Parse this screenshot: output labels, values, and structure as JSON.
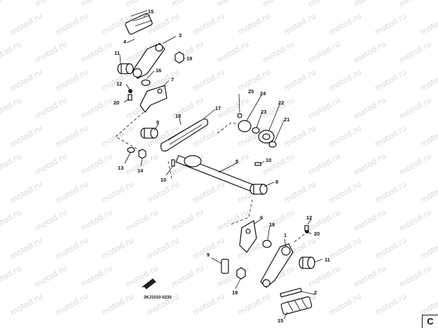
{
  "watermark": "motod.ru",
  "reference_code": "3KJ1010-0230",
  "corner_label": "C",
  "callouts": {
    "c1": "1",
    "c2": "2",
    "c3": "3",
    "c4": "4",
    "c5": "5",
    "c6": "6",
    "c7": "7",
    "c8a": "8",
    "c8b": "8",
    "c9": "9",
    "c10a": "10",
    "c10b": "10",
    "c11a": "11",
    "c11b": "11",
    "c12": "12",
    "c13": "13",
    "c14": "14",
    "c15a": "15",
    "c15b": "15",
    "c16a": "16",
    "c16b": "16",
    "c17": "17",
    "c18": "18",
    "c19a": "19",
    "c19b": "19",
    "c20a": "20",
    "c20b": "20",
    "c21": "21",
    "c22": "22",
    "c23": "23",
    "c24": "24",
    "c25": "25"
  }
}
